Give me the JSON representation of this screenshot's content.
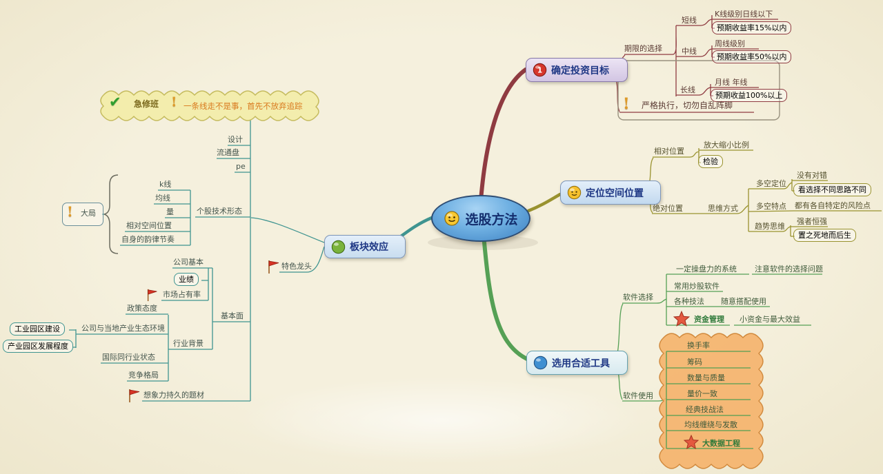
{
  "center": {
    "title": "选股方法"
  },
  "goal": {
    "title": "确定投资目标",
    "badge": "1",
    "period_label": "期限的选择",
    "short_label": "短线",
    "short_kline": "K线级别日线以下",
    "short_return": "预期收益率15%以内",
    "mid_label": "中线",
    "mid_kline": "周线级别",
    "mid_return": "预期收益率50%以内",
    "long_label": "长线",
    "long_kline": "月线 年线",
    "long_return": "预期收益100%以上",
    "warning": "严格执行，切勿自乱阵脚"
  },
  "position": {
    "title": "定位空间位置",
    "relative_label": "相对位置",
    "relative_scale": "放大缩小比例",
    "relative_check": "检验",
    "absolute_label": "绝对位置",
    "thinking_label": "思维方式",
    "ls_position_label": "多空定位",
    "ls_no_right": "没有对错",
    "ls_diff": "看选择不同思路不同",
    "ls_feature_label": "多空特点",
    "ls_risk": "都有各自特定的风险点",
    "trend_label": "趋势思维",
    "trend_strong": "强者恒强",
    "trend_rebirth": "置之死地而后生"
  },
  "tools": {
    "title": "选用合适工具",
    "select_label": "软件选择",
    "select_system": "一定操盘力的系统",
    "select_system_note": "注意软件的选择问题",
    "select_common": "常用炒股软件",
    "select_skill": "各种技法",
    "select_skill_note": "随意搭配使用",
    "fund_label": "资金管理",
    "fund_note": "小资金与最大效益",
    "usage_label": "软件使用",
    "usage_items": [
      "换手率",
      "筹码",
      "数量与质量",
      "量价一致",
      "经典技战法",
      "均线缠绕与发散"
    ],
    "usage_star": "大数据工程"
  },
  "sector": {
    "title": "板块效应",
    "leader": "特色龙头",
    "banner_check": "急修班",
    "banner_warning": "一条线走不是事，首先不放弃追踪",
    "cap_items": [
      "设计",
      "流通盘",
      "pe"
    ],
    "tech_label": "个股技术形态",
    "tech_items": [
      "k线",
      "均线",
      "量",
      "相对空间位置",
      "自身的韵律节奏"
    ],
    "tech_note": "大局",
    "fundamental_label": "基本面",
    "company_label": "公司基本",
    "company_perf": "业绩",
    "company_share": "市场占有率",
    "industry_label": "行业背景",
    "industry_items": [
      "政策态度",
      "公司与当地产业生态环境",
      "国际同行业状态",
      "竞争格局"
    ],
    "env_items": [
      "工业园区建设",
      "产业园区发展程度"
    ],
    "theme": "想象力持久的题材"
  },
  "colors": {
    "goal_line": "#8f3b41",
    "position_line": "#99922f",
    "tools_line": "#55a055",
    "sector_line": "#3f9490",
    "cloud_fill": "#f5b168",
    "banner_fill": "#f2ecaa"
  }
}
